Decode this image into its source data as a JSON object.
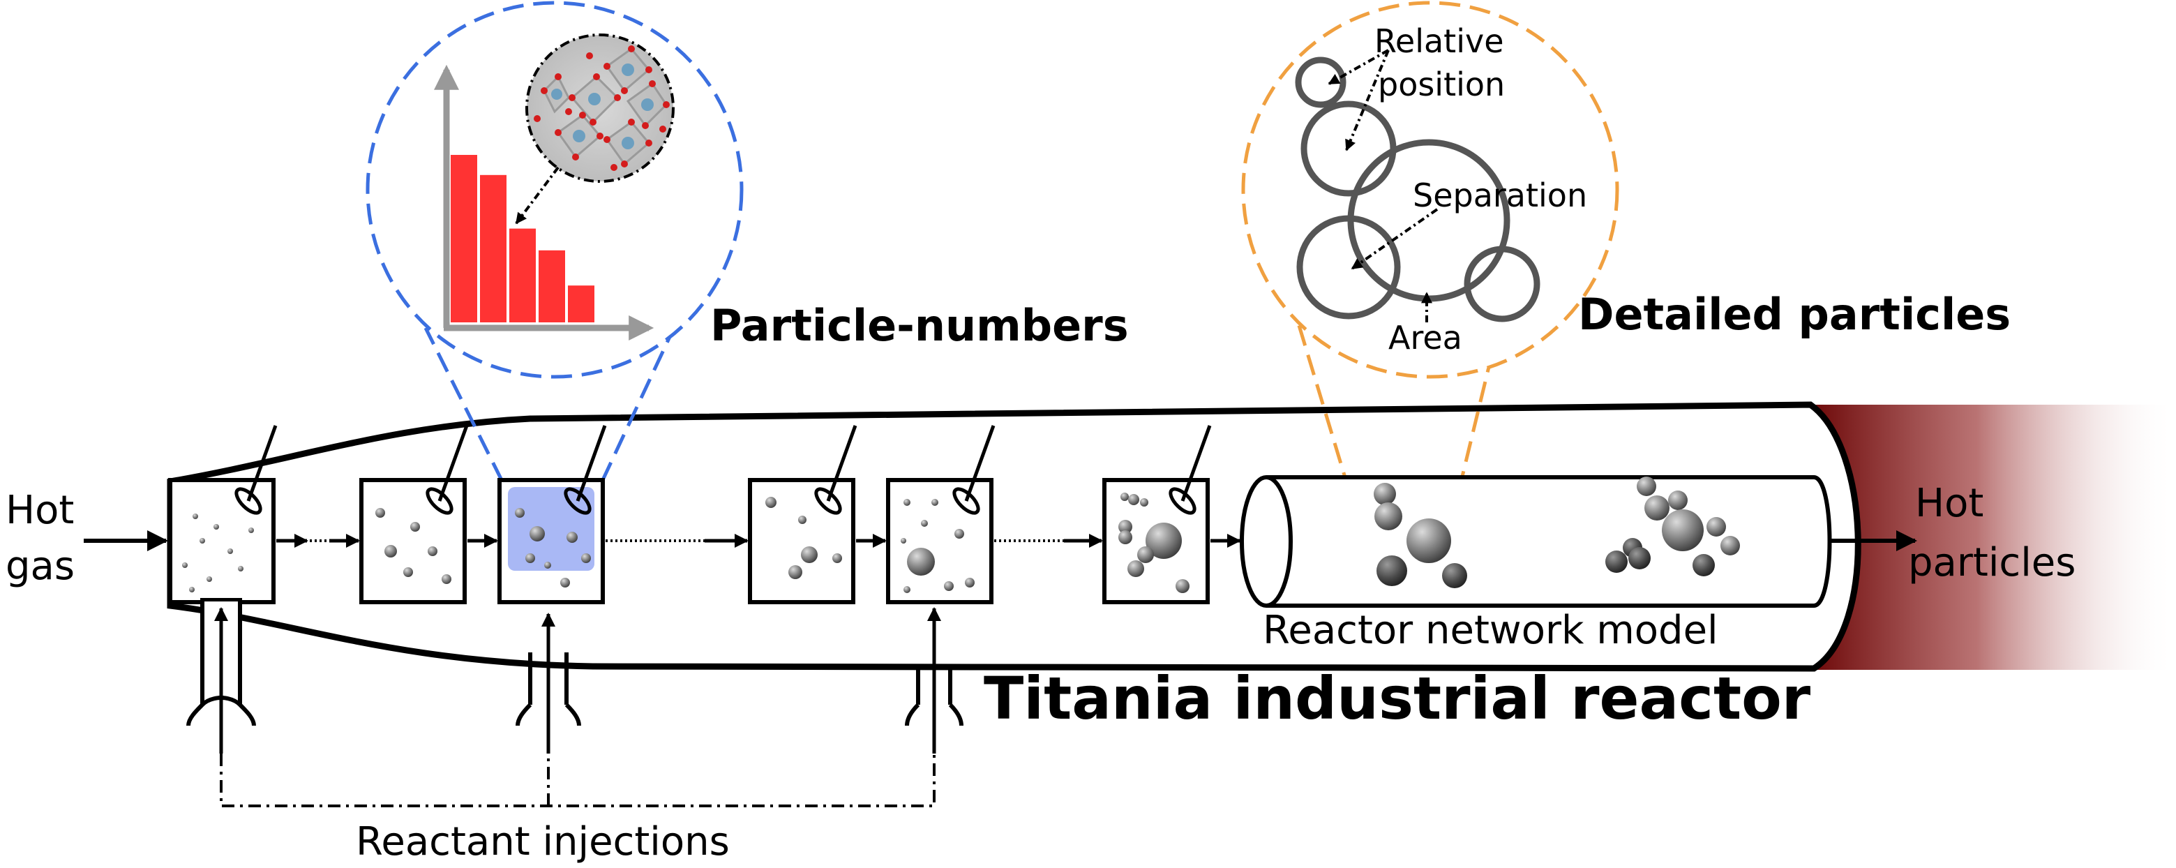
{
  "labels": {
    "hot_gas_line1": "Hot",
    "hot_gas_line2": "gas",
    "hot_particles_line1": "Hot",
    "hot_particles_line2": "particles",
    "particle_numbers": "Particle-numbers",
    "detailed_particles": "Detailed particles",
    "reactor_network_model": "Reactor network model",
    "titania_industrial_reactor": "Titania industrial reactor",
    "reactant_injections": "Reactant injections",
    "relative_line1": "Relative",
    "relative_line2": "position",
    "separation": "Separation",
    "area": "Area"
  },
  "histogram": {
    "values": [
      100,
      88,
      56,
      43,
      22
    ]
  },
  "colors": {
    "particle_numbers_circle": "#3b6fe0",
    "detailed_particles_circle": "#f0a040",
    "histogram_bars": "#ff3333",
    "highlighted_box": "#a9b8f5",
    "outlet_gradient": "#7a0f0f",
    "particle_grey": "#707070",
    "crystal_red": "#d41c1c",
    "crystal_blue": "#6c9fc0"
  },
  "icons": [
    "thermocouple-probe-icon",
    "injection-nozzle-icon",
    "crystal-structure-icon"
  ]
}
